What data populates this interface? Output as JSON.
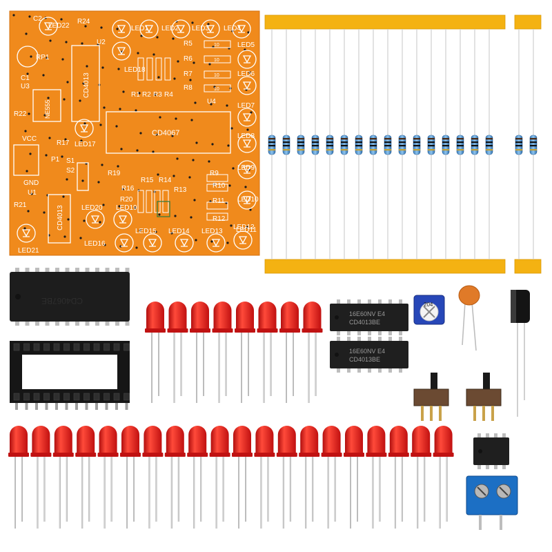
{
  "pcb": {
    "components": [
      "C2",
      "LED22",
      "R24",
      "U2",
      "LED1",
      "LED2",
      "LED3",
      "LED4",
      "RP1",
      "R5",
      "R6",
      "R7",
      "R8",
      "LED5",
      "LED6",
      "LED7",
      "LED8",
      "LED9",
      "C1",
      "U3",
      "LED18",
      "R1",
      "R2",
      "R3",
      "R4",
      "U4",
      "R22",
      "NE555",
      "CD4013",
      "CD4067",
      "VCC",
      "R17",
      "LED17",
      "P1",
      "S1",
      "S2",
      "R19",
      "R15",
      "R14",
      "R9",
      "GND",
      "U1",
      "R16",
      "R13",
      "R10",
      "R20",
      "R11",
      "R21",
      "LED20",
      "LED19",
      "R12",
      "LED15",
      "LED14",
      "LED13",
      "LED12",
      "LED11",
      "LED10",
      "LED16",
      "LED21"
    ]
  },
  "chips": {
    "big_ic": "CD4067BE",
    "small_ic_top": "CD4013BE",
    "small_ic_bottom": "CD4013BE",
    "small_ic_code": "16E60NV E4",
    "trimmer": "204",
    "resistor_value": "10"
  },
  "colors": {
    "pcb": "#f08a1c",
    "silk": "#ffffff",
    "tape": "#f4b212",
    "led": "#e01818",
    "terminal": "#1c6fc4",
    "trimmer": "#2747b8",
    "cap": "#e07a28"
  }
}
